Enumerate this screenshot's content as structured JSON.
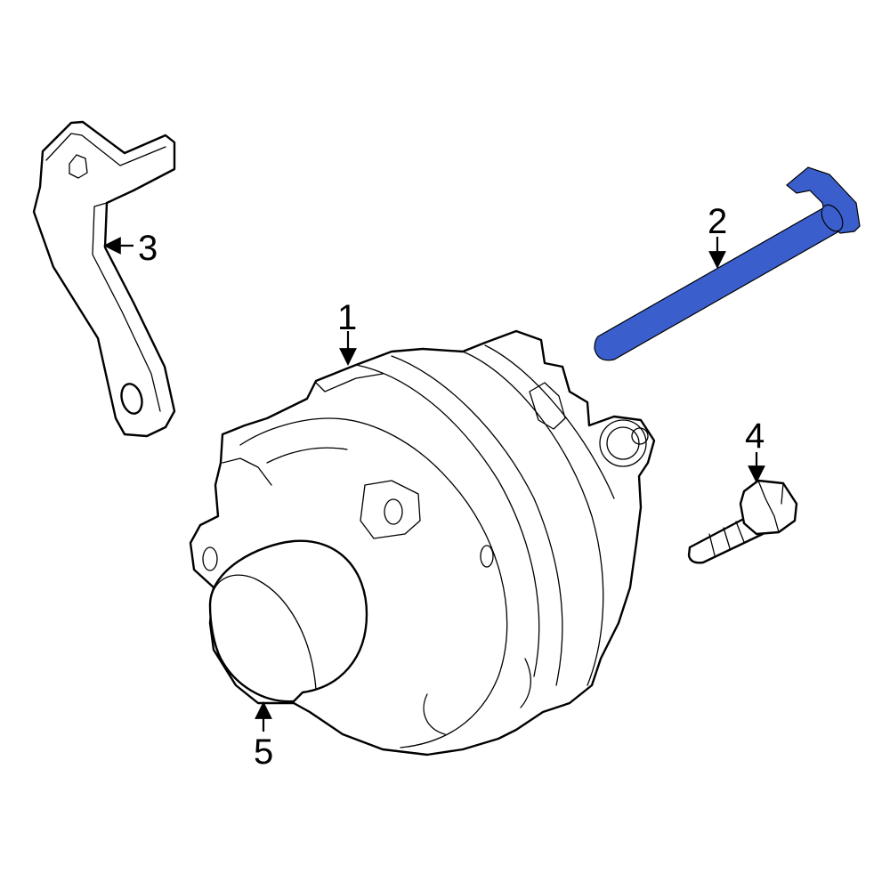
{
  "callouts": {
    "alternator": "1",
    "bolt_long": "2",
    "bracket": "3",
    "bolt_short": "4",
    "pulley": "5"
  },
  "colors": {
    "highlight": "#3a5fcd",
    "outline": "#000000",
    "background": "#ffffff"
  }
}
